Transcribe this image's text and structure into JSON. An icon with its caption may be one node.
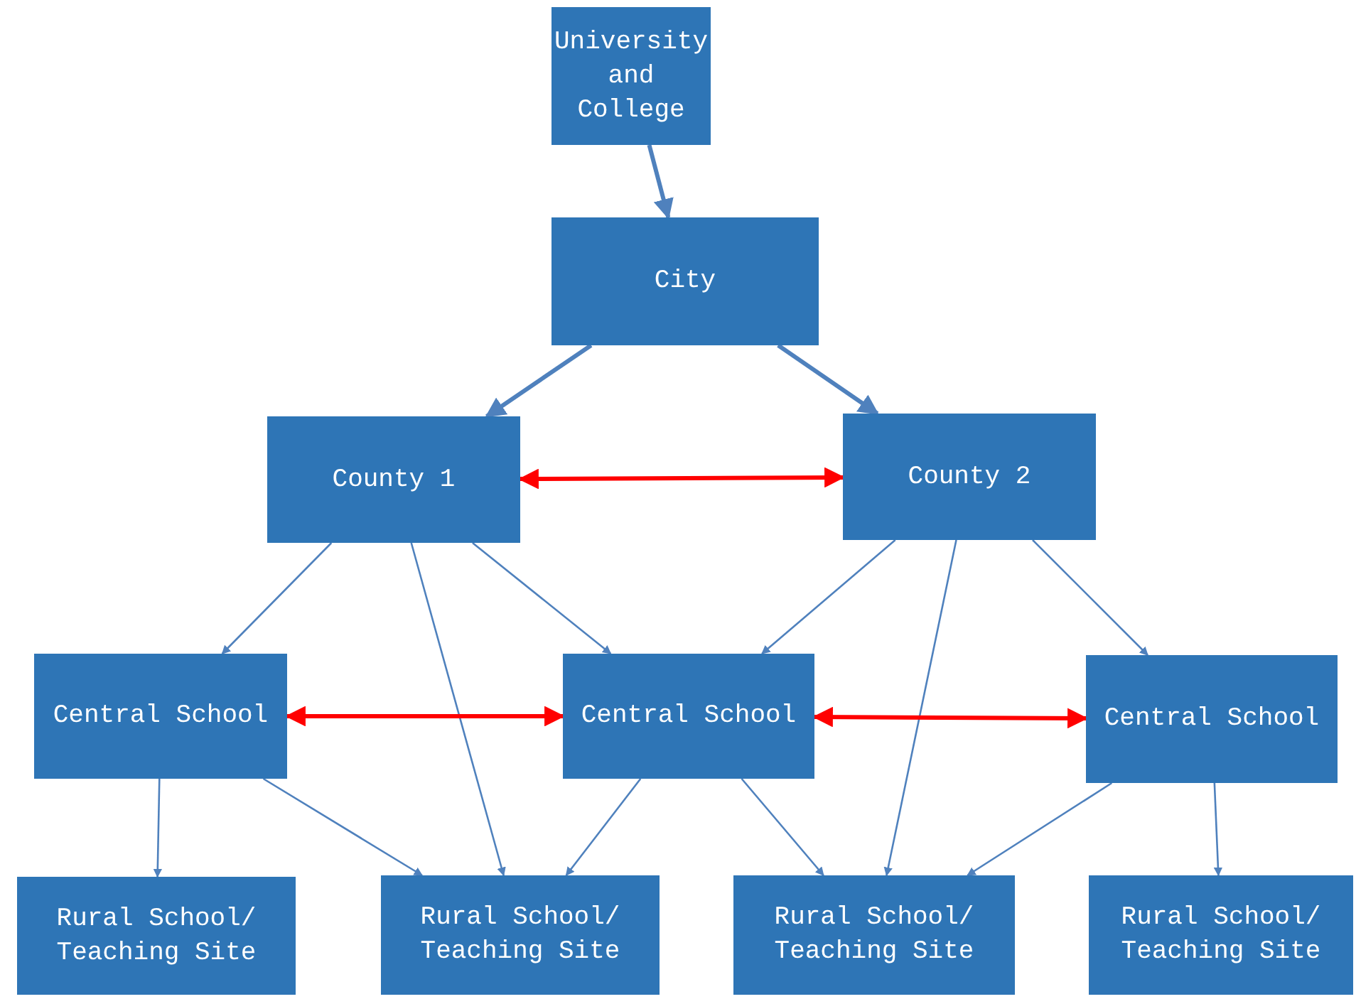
{
  "diagram": {
    "nodes": [
      {
        "text": [
          "University and College"
        ]
      },
      {
        "text": [
          "City"
        ]
      },
      {
        "text": [
          "County 1"
        ]
      },
      {
        "text": [
          "County 2"
        ]
      },
      {
        "text": [
          "Central School"
        ]
      },
      {
        "text": [
          "Central School"
        ]
      },
      {
        "text": [
          "Central School"
        ]
      },
      {
        "text": [
          "Rural School/ Teaching Site"
        ]
      },
      {
        "text": [
          "Rural School/ Teaching Site"
        ]
      },
      {
        "text": [
          "Rural School/ Teaching Site"
        ]
      },
      {
        "text": [
          "Rural School/ Teaching Site"
        ]
      }
    ],
    "edges": [
      {
        "from": 0,
        "to": 1,
        "arrow": "to",
        "style": "thick"
      },
      {
        "from": 1,
        "to": 2,
        "arrow": "to",
        "style": "thick"
      },
      {
        "from": 1,
        "to": 3,
        "arrow": "to",
        "style": "thick"
      },
      {
        "from": 2,
        "to": 3,
        "arrow": "both",
        "color": "#ff0000",
        "style": "thick"
      },
      {
        "from": 2,
        "to": 4,
        "arrow": "to"
      },
      {
        "from": 2,
        "to": 8,
        "arrow": "to"
      },
      {
        "from": 2,
        "to": 5,
        "arrow": "to"
      },
      {
        "from": 3,
        "to": 5,
        "arrow": "to"
      },
      {
        "from": 3,
        "to": 9,
        "arrow": "to"
      },
      {
        "from": 3,
        "to": 6,
        "arrow": "to"
      },
      {
        "from": 4,
        "to": 5,
        "arrow": "both",
        "color": "#ff0000",
        "style": "thick"
      },
      {
        "from": 5,
        "to": 6,
        "arrow": "both",
        "color": "#ff0000",
        "style": "thick"
      },
      {
        "from": 4,
        "to": 7,
        "arrow": "to"
      },
      {
        "from": 4,
        "to": 8,
        "arrow": "to"
      },
      {
        "from": 5,
        "to": 8,
        "arrow": "to"
      },
      {
        "from": 5,
        "to": 9,
        "arrow": "to"
      },
      {
        "from": 6,
        "to": 9,
        "arrow": "to"
      },
      {
        "from": 6,
        "to": 10,
        "arrow": "to"
      }
    ]
  }
}
